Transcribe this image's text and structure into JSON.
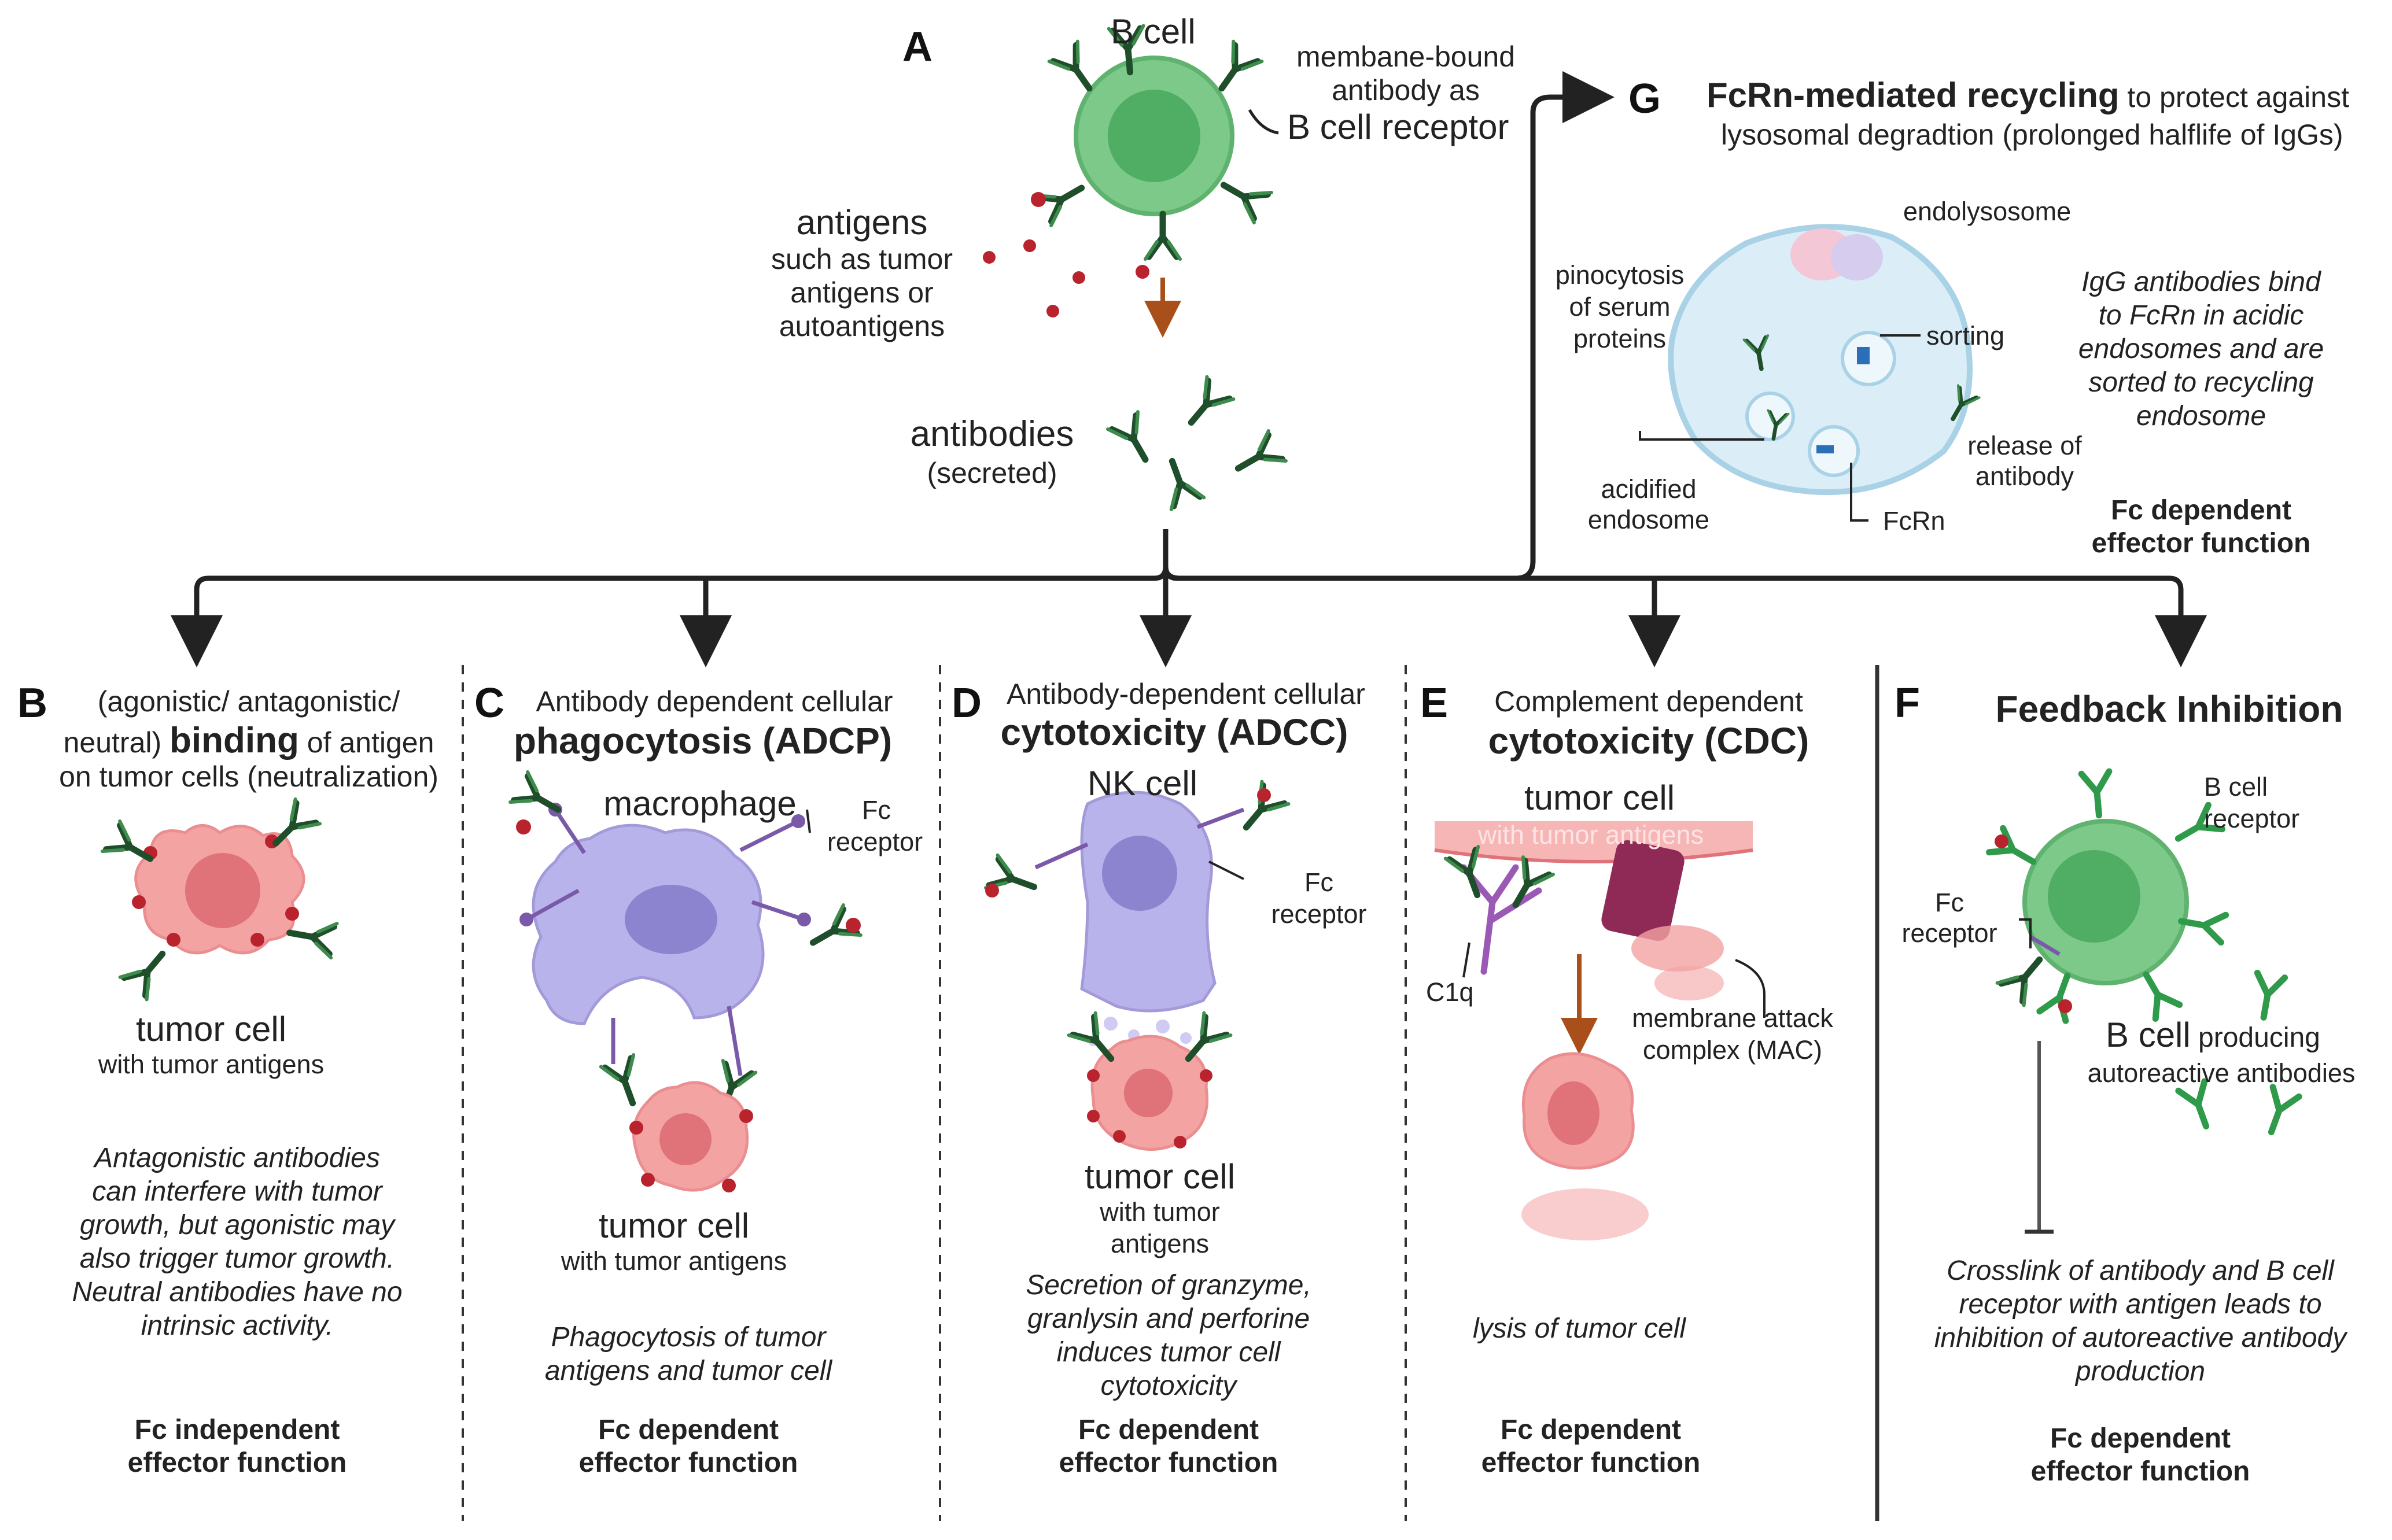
{
  "colors": {
    "bcell": "#7cc98a",
    "bcell_nucleus": "#4fae63",
    "tumor": "#f4a3a3",
    "tumor_nucleus": "#e0727a",
    "immune": "#b9b3ec",
    "immune_nucleus": "#8c84cf",
    "antibody": "#1f4e2a",
    "antigen": "#b8232d",
    "arrow": "#222222",
    "secretion_arrow": "#a84f1a",
    "fc_receptor": "#7a5aa8",
    "endosome": "#dbeef7"
  },
  "icons": [
    "b-cell-icon",
    "antibody-icon",
    "antigen-dot-icon",
    "tumor-cell-icon",
    "macrophage-icon",
    "nk-cell-icon",
    "c1q-icon",
    "mac-complex-icon",
    "endosome-icon"
  ],
  "panelA": {
    "letter": "A",
    "b_cell": "B cell",
    "mba_line1": "membane-bound",
    "mba_line2": "antibody as",
    "receptor": "B cell receptor",
    "antigens_title": "antigens",
    "antigens_line1": "such as tumor",
    "antigens_line2": "antigens or",
    "antigens_line3": "autoantigens",
    "antibodies": "antibodies",
    "secreted": "(secreted)"
  },
  "panelB": {
    "letter": "B",
    "line1": "(agonistic/ antagonistic/",
    "line2_pre": "neutral) ",
    "line2_bold": "binding",
    "line2_post": " of antigen",
    "line3": "on tumor cells (neutralization)",
    "cell": "tumor cell",
    "cell_sub": "with tumor antigens",
    "desc1": "Antagonistic antibodies",
    "desc2": "can interfere with tumor",
    "desc3": "growth, but agonistic may",
    "desc4": "also trigger tumor growth.",
    "desc5": "Neutral antibodies have no",
    "desc6": "intrinsic activity.",
    "fx1": "Fc independent",
    "fx2": "effector function"
  },
  "panelC": {
    "letter": "C",
    "title1": "Antibody dependent cellular",
    "title2": "phagocytosis (ADCP)",
    "macrophage": "macrophage",
    "fc1": "Fc",
    "fc2": "receptor",
    "cell": "tumor cell",
    "cell_sub": "with tumor antigens",
    "desc1": "Phagocytosis of tumor",
    "desc2": "antigens and tumor cell",
    "fx1": "Fc dependent",
    "fx2": "effector function"
  },
  "panelD": {
    "letter": "D",
    "title1": "Antibody-dependent cellular",
    "title2": "cytotoxicity (ADCC)",
    "nk": "NK cell",
    "fc1": "Fc",
    "fc2": "receptor",
    "cell": "tumor cell",
    "cell_sub1": "with tumor",
    "cell_sub2": "antigens",
    "desc1": "Secretion of granzyme,",
    "desc2": "granlysin and perforine",
    "desc3": "induces tumor cell",
    "desc4": "cytotoxicity",
    "fx1": "Fc dependent",
    "fx2": "effector function"
  },
  "panelE": {
    "letter": "E",
    "title1": "Complement dependent",
    "title2": "cytotoxicity (CDC)",
    "cell": "tumor cell",
    "cell_sub": "with tumor antigens",
    "c1q": "C1q",
    "mac1": "membrane attack",
    "mac2": "complex (MAC)",
    "desc": "lysis of tumor cell",
    "fx1": "Fc dependent",
    "fx2": "effector function"
  },
  "panelF": {
    "letter": "F",
    "title": "Feedback Inhibition",
    "bcr1": "B cell",
    "bcr2": "receptor",
    "fc1": "Fc",
    "fc2": "receptor",
    "producing_big": "B cell",
    "producing_small": " producing",
    "producing2": "autoreactive antibodies",
    "desc1": "Crosslink of antibody and B cell",
    "desc2": "receptor with antigen leads to",
    "desc3": "inhibition of autoreactive antibody",
    "desc4": "production",
    "fx1": "Fc dependent",
    "fx2": "effector function"
  },
  "panelG": {
    "letter": "G",
    "title_bold": "FcRn-mediated recycling",
    "title_rest": " to protect against",
    "title_line2": "lysosomal degradtion (prolonged halflife of IgGs)",
    "endolysosome": "endolysosome",
    "pino1": "pinocytosis",
    "pino2": "of serum",
    "pino3": "proteins",
    "sorting": "sorting",
    "release1": "release of",
    "release2": "antibody",
    "acid1": "acidified",
    "acid2": "endosome",
    "fcrn": "FcRn",
    "desc1": "IgG antibodies bind",
    "desc2": "to FcRn in acidic",
    "desc3": "endosomes and are",
    "desc4": "sorted to recycling",
    "desc5": "endosome",
    "fx1": "Fc dependent",
    "fx2": "effector function"
  }
}
